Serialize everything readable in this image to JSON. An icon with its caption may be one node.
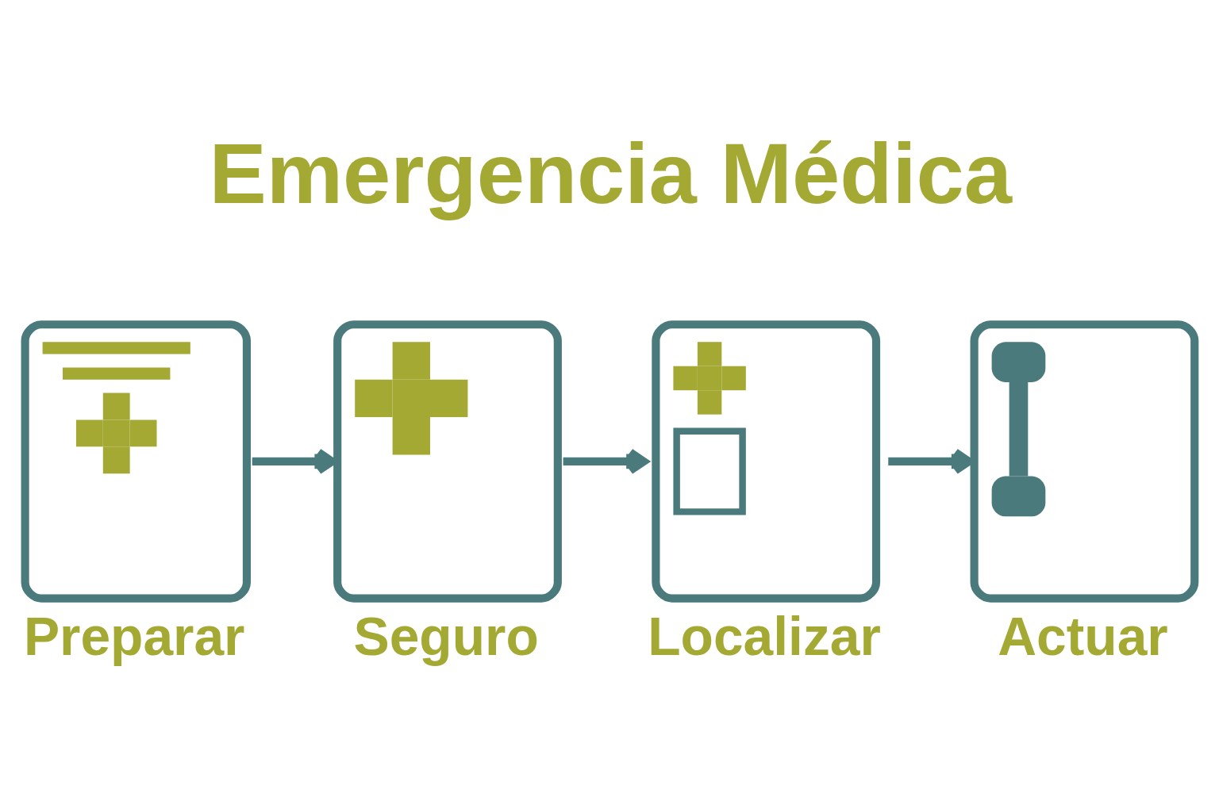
{
  "diagram": {
    "title": "Emergencia Médica",
    "nodes": [
      {
        "text": [],
        "shape": "picture",
        "beside": [
          "Preparar"
        ]
      },
      {
        "text": [],
        "shape": "picture",
        "beside": [
          "Seguro"
        ]
      },
      {
        "text": [],
        "shape": "picture",
        "beside": [
          "Localizar"
        ]
      },
      {
        "text": [],
        "shape": "picture",
        "beside": [
          "Actuar"
        ]
      }
    ],
    "edges": [
      {
        "from": 0,
        "to": 1,
        "arrow": "to"
      },
      {
        "from": 1,
        "to": 2,
        "arrow": "to"
      },
      {
        "from": 2,
        "to": 3,
        "arrow": "to"
      }
    ]
  }
}
